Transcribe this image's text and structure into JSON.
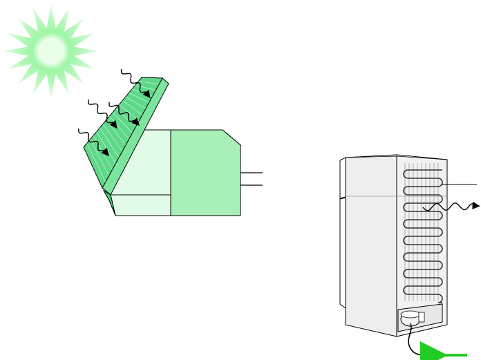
{
  "diagram": {
    "panels": [
      {
        "name": "solar-system",
        "parts": [
          "sun-icon",
          "radiation-arrows",
          "solar-panel",
          "storage-box",
          "output-pipes"
        ]
      },
      {
        "name": "refrigerator",
        "parts": [
          "fridge-body",
          "condenser-coils",
          "heat-out-arrow",
          "compressor",
          "power-plug",
          "power-in-arrow"
        ]
      }
    ],
    "colors": {
      "sun": "#7FF08A",
      "sun_core": "#E8FFE8",
      "panel": "#5FD989",
      "panel_lines": "#D8F7E2",
      "box_front": "#A8F0B8",
      "box_side": "#E2FBE8",
      "box_top": "#C6F6D2",
      "fridge": "#EEEEEE",
      "coil": "#333333",
      "power_arrow": "#22CC22",
      "stroke": "#000000"
    },
    "labels": []
  }
}
